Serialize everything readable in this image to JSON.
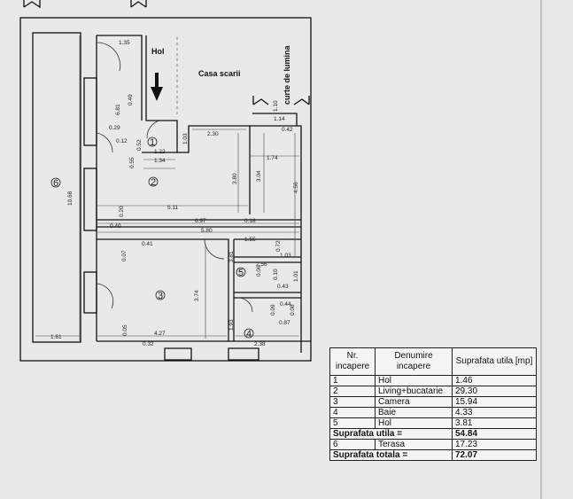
{
  "labels": {
    "hol": "Hol",
    "casa_scarii": "Casa scarii",
    "curte_de_lumina": "curte de lumina"
  },
  "room_numbers": [
    "1",
    "2",
    "3",
    "4",
    "5",
    "6"
  ],
  "dimensions": {
    "d_135": "1.35",
    "d_681": "6.81",
    "d_040": "0.40",
    "d_029": "0.29",
    "d_012": "0.12",
    "d_055": "0.55",
    "d_052": "0.52",
    "d_122": "1.22",
    "d_134": "1.34",
    "d_103a": "1.03",
    "d_230": "2.30",
    "d_304": "3.04",
    "d_174": "1.74",
    "d_456": "4.56",
    "d_380": "3.80",
    "d_511": "5.11",
    "d_020": "0.20",
    "d_018": "0.18",
    "d_697": "6.97",
    "d_040b": "0.40",
    "d_580": "5.80",
    "d_041": "0.41",
    "d_155": "1.55",
    "d_072": "0.72",
    "d_103b": "1.03",
    "d_1068": "10.68",
    "d_007": "0.07",
    "d_374": "3.74",
    "d_381": "3.81",
    "d_256": "2.56",
    "d_006": "0.06",
    "d_010": "0.10",
    "d_101": "1.01",
    "d_043": "0.43",
    "d_044": "0.44",
    "d_009": "0.09",
    "d_087": "0.87",
    "d_008": "0.08",
    "d_193": "1.93",
    "d_005": "0.05",
    "d_427": "4.27",
    "d_161": "1.61",
    "d_032": "0.32",
    "d_238": "2.38",
    "d_110": "1.10",
    "d_114": "1.14",
    "d_042": "0.42"
  },
  "legend": {
    "headers": [
      "Nr. incapere",
      "Denumire incapere",
      "Suprafata utila [mp]"
    ],
    "rows": [
      {
        "nr": "1",
        "name": "Hol",
        "area": "1.46"
      },
      {
        "nr": "2",
        "name": "Living+bucatarie",
        "area": "29.30"
      },
      {
        "nr": "3",
        "name": "Camera",
        "area": "15.94"
      },
      {
        "nr": "4",
        "name": "Baie",
        "area": "4.33"
      },
      {
        "nr": "5",
        "name": "Hol",
        "area": "3.81"
      }
    ],
    "total_util_label": "Suprafata utila =",
    "total_util_value": "54.84",
    "terasa": {
      "nr": "6",
      "name": "Terasa",
      "area": "17.23"
    },
    "total_label": "Suprafata totala =",
    "total_value": "72.07"
  }
}
